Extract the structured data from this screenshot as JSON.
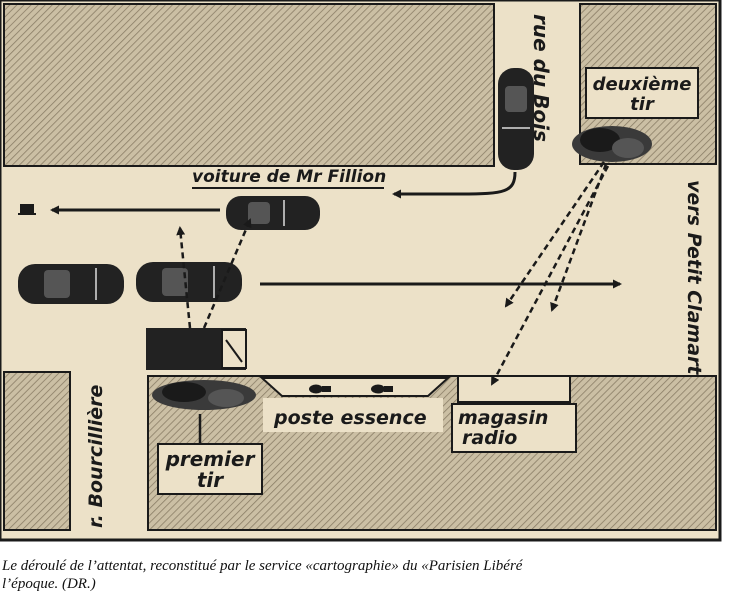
{
  "map": {
    "streets": {
      "rue_du_bois": "rue du Bois",
      "r_bourcilliere": "r. Bourcillière",
      "vers_petit_clamart": "vers Petit Clamart"
    },
    "labels": {
      "deuxieme_tir_line1": "deuxième",
      "deuxieme_tir_line2": "tir",
      "voiture_fillion": "voiture de Mr Fillion",
      "poste_essence": "poste essence",
      "magasin_line1": "magasin",
      "magasin_line2": "radio",
      "premier_tir_line1": "premier",
      "premier_tir_line2": "tir"
    },
    "colors": {
      "paper": "#ece1c8",
      "block_fill": "#cbbfa4",
      "ink": "#1a1a1a",
      "car": "#222222"
    }
  },
  "caption": {
    "line1": "Le déroulé de l’attentat, reconstitué par le service «cartographie» du «Parisien Libéré",
    "line2": "l’époque. (DR.)"
  }
}
